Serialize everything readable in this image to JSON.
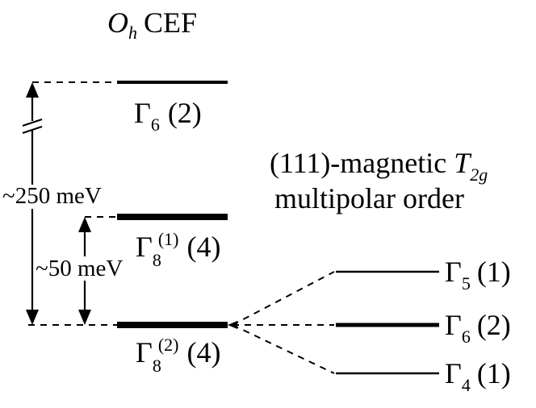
{
  "title": {
    "symbol": "O",
    "subscript": "h",
    "suffix": "CEF"
  },
  "cef_levels": [
    {
      "name": "gamma6-top",
      "gamma": "Γ",
      "sub": "6",
      "sup": "",
      "degeneracy": "(2)"
    },
    {
      "name": "gamma8-1",
      "gamma": "Γ",
      "sub": "8",
      "sup": "(1)",
      "degeneracy": "(4)"
    },
    {
      "name": "gamma8-2",
      "gamma": "Γ",
      "sub": "8",
      "sup": "(2)",
      "degeneracy": "(4)"
    }
  ],
  "energy_gaps": {
    "large": "~250 meV",
    "small": "~50 meV"
  },
  "order_label": {
    "line1": "(111)-magnetic",
    "symbol": "T",
    "subscript": "2g",
    "line2": "multipolar order"
  },
  "split_levels": [
    {
      "name": "gamma5",
      "gamma": "Γ",
      "sub": "5",
      "degeneracy": "(1)"
    },
    {
      "name": "gamma6-split",
      "gamma": "Γ",
      "sub": "6",
      "degeneracy": "(2)"
    },
    {
      "name": "gamma4",
      "gamma": "Γ",
      "sub": "4",
      "degeneracy": "(1)"
    }
  ]
}
